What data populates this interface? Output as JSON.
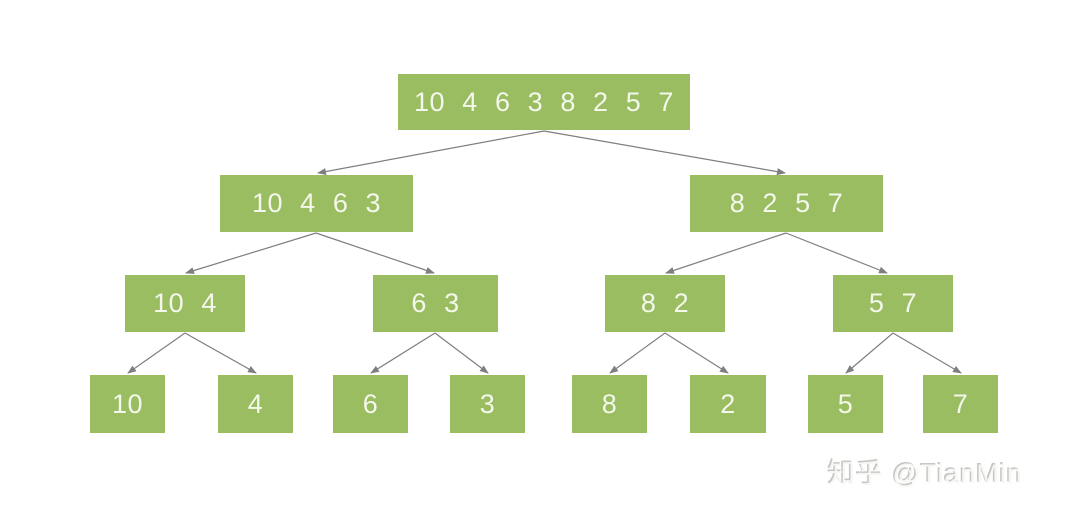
{
  "colors": {
    "background": "#ffffff",
    "node_fill": "#99bd60",
    "node_text": "#f4f7eb",
    "connector": "#7f7f7f",
    "watermark_shadow": "#c6c6c2"
  },
  "tree": {
    "levels": [
      {
        "nodes": [
          {
            "label": "10 4 6 3 8 2 5 7"
          }
        ]
      },
      {
        "nodes": [
          {
            "label": "10 4 6 3"
          },
          {
            "label": "8 2 5 7"
          }
        ]
      },
      {
        "nodes": [
          {
            "label": "10 4"
          },
          {
            "label": "6 3"
          },
          {
            "label": "8 2"
          },
          {
            "label": "5 7"
          }
        ]
      },
      {
        "nodes": [
          {
            "label": "10"
          },
          {
            "label": "4"
          },
          {
            "label": "6"
          },
          {
            "label": "3"
          },
          {
            "label": "8"
          },
          {
            "label": "2"
          },
          {
            "label": "5"
          },
          {
            "label": "7"
          }
        ]
      }
    ]
  },
  "watermark": {
    "text": "知乎 @TianMin"
  }
}
